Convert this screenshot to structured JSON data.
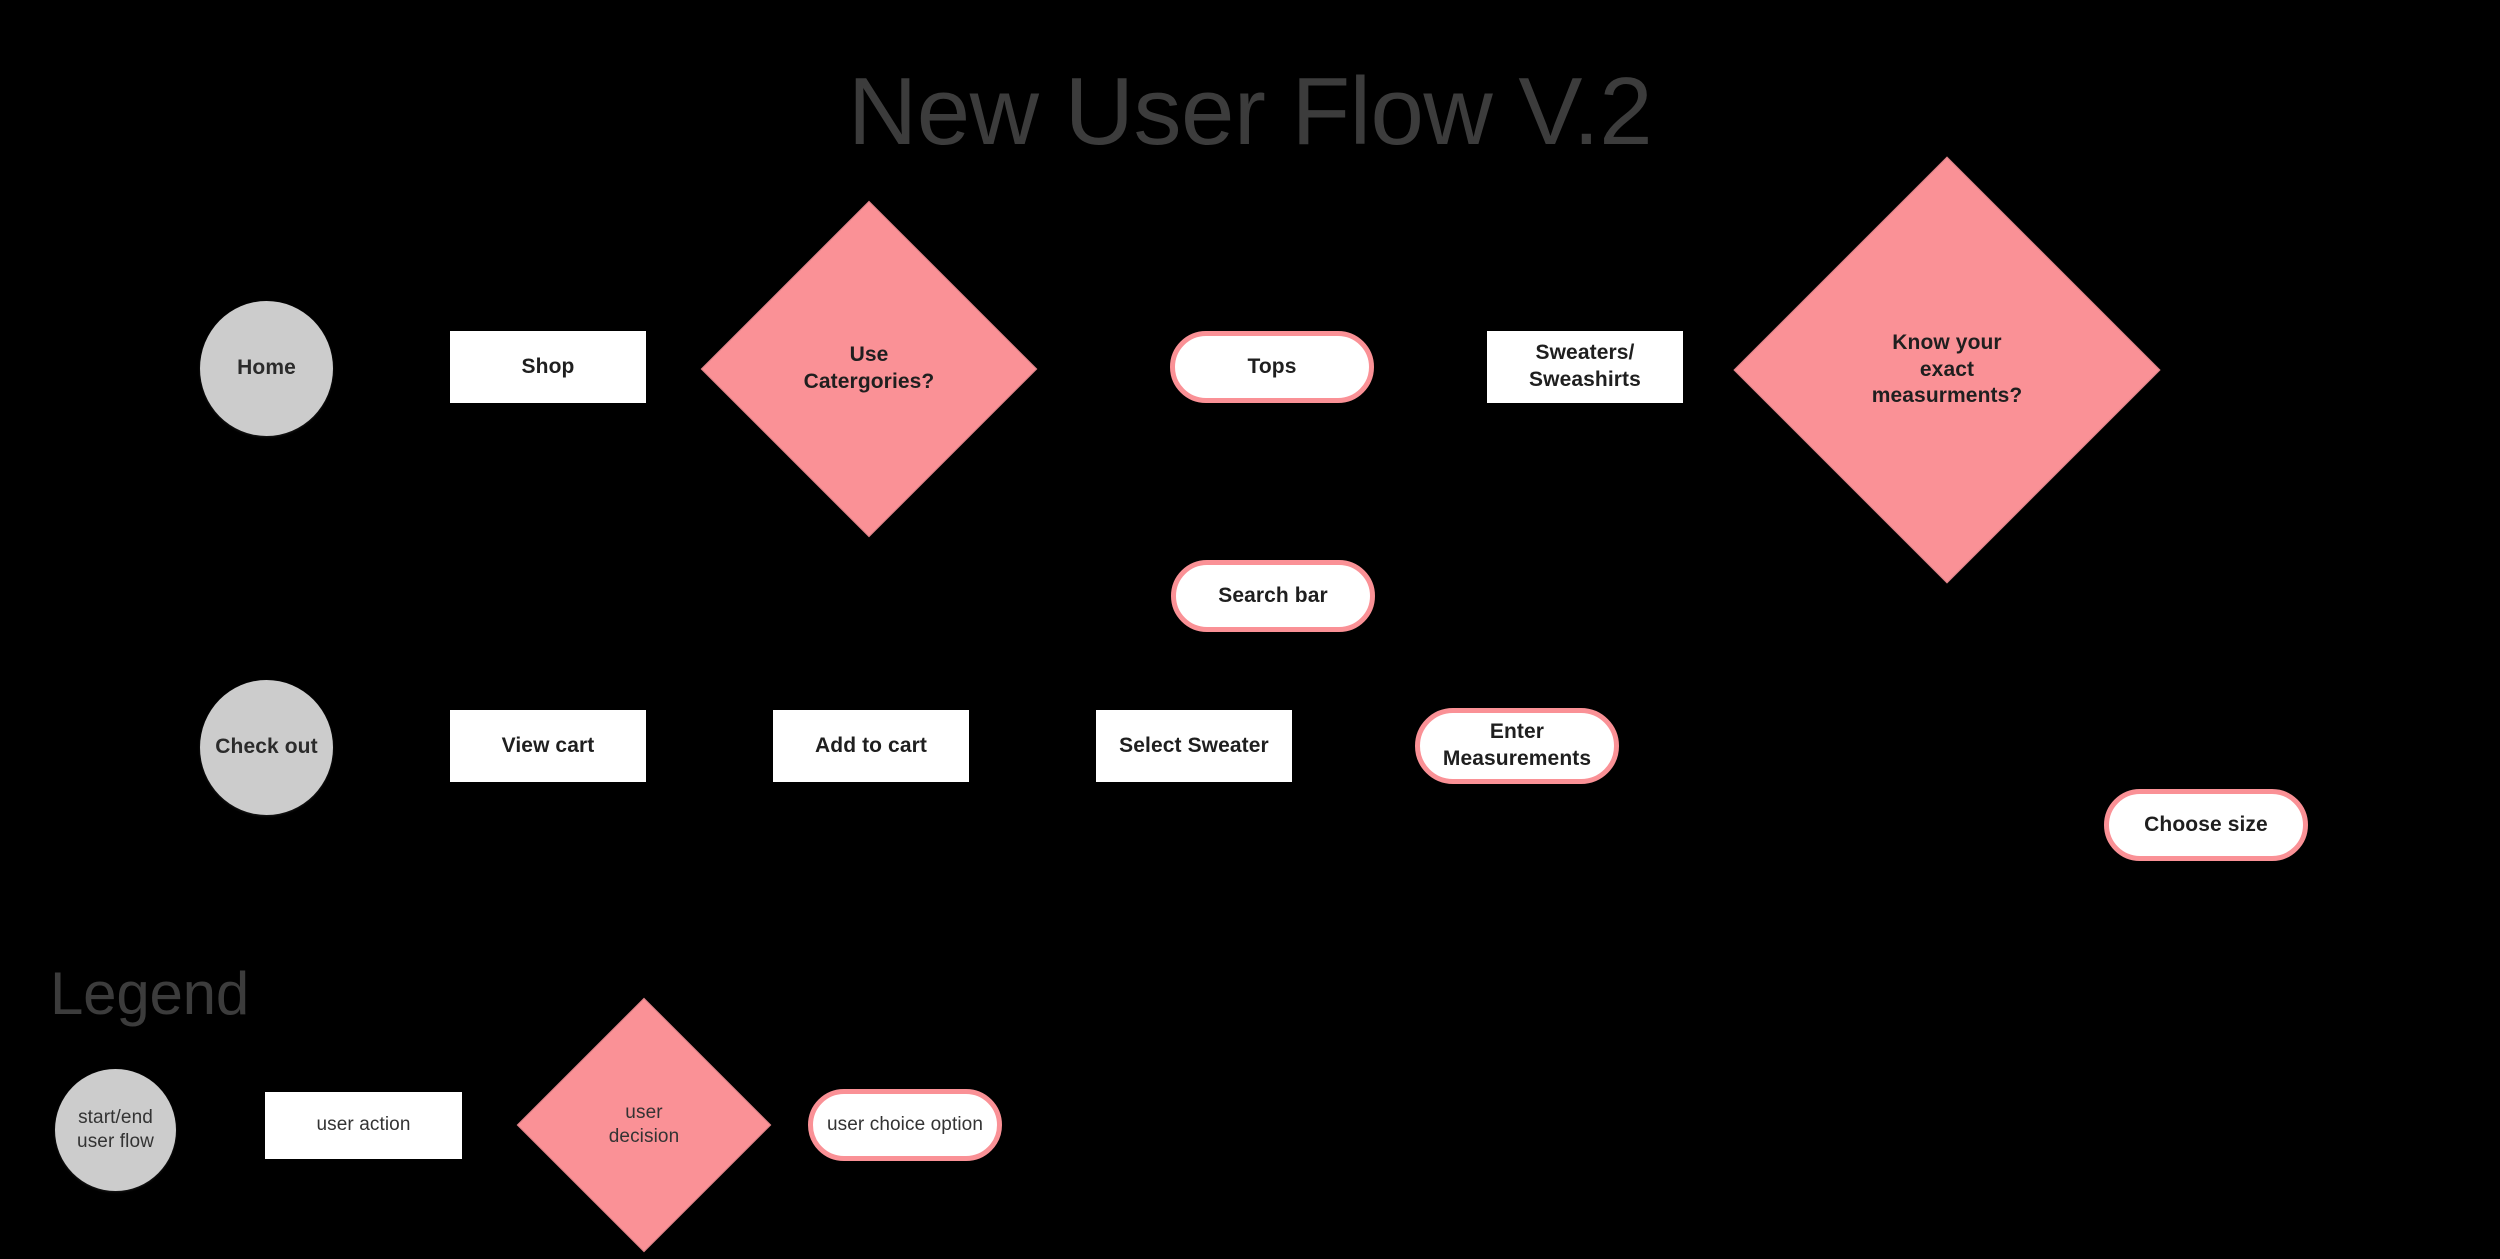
{
  "board": {
    "title": "New User Flow V.2",
    "background_color": "#000000",
    "title_color": "#3c3c3c"
  },
  "palette": {
    "decision_fill": "#fa9196",
    "decision_border": "#d98086",
    "choice_border": "#fa9196",
    "action_fill": "#ffffff",
    "terminator_fill": "#cccccc",
    "text_color": "#1f1f1f"
  },
  "flow": {
    "nodes": [
      {
        "id": "home",
        "label": "Home",
        "type": "terminator"
      },
      {
        "id": "shop",
        "label": "Shop",
        "type": "action"
      },
      {
        "id": "use-categories",
        "label": "Use\nCatergories?",
        "type": "decision"
      },
      {
        "id": "tops",
        "label": "Tops",
        "type": "choice"
      },
      {
        "id": "sweaters",
        "label": "Sweaters/\nSweashirts",
        "type": "action"
      },
      {
        "id": "know-measurements",
        "label": "Know your\nexact\nmeasurments?",
        "type": "decision"
      },
      {
        "id": "search-bar",
        "label": "Search bar",
        "type": "choice"
      },
      {
        "id": "check-out",
        "label": "Check out",
        "type": "terminator"
      },
      {
        "id": "view-cart",
        "label": "View cart",
        "type": "action"
      },
      {
        "id": "add-to-cart",
        "label": "Add to cart",
        "type": "action"
      },
      {
        "id": "select-sweater",
        "label": "Select Sweater",
        "type": "action"
      },
      {
        "id": "enter-measurements",
        "label": "Enter\nMeasurements",
        "type": "choice"
      },
      {
        "id": "choose-size",
        "label": "Choose size",
        "type": "choice"
      }
    ]
  },
  "legend": {
    "title": "Legend",
    "items": [
      {
        "id": "legend-terminator",
        "label": "start/end\nuser flow",
        "type": "terminator"
      },
      {
        "id": "legend-action",
        "label": "user action",
        "type": "action"
      },
      {
        "id": "legend-decision",
        "label": "user\ndecision",
        "type": "decision"
      },
      {
        "id": "legend-choice",
        "label": "user choice option",
        "type": "choice"
      }
    ]
  }
}
